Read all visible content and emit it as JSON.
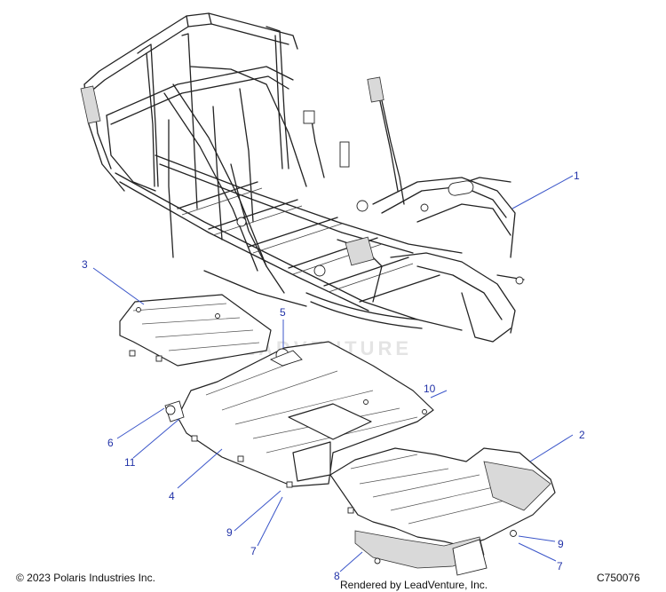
{
  "footer": {
    "copyright": "© 2023 Polaris Industries Inc.",
    "rendered_by": "Rendered by LeadVenture, Inc.",
    "code": "C750076"
  },
  "watermark": "LEADVENTURE",
  "callouts": [
    "1",
    "2",
    "3",
    "4",
    "5",
    "6",
    "7",
    "7",
    "8",
    "9",
    "9",
    "10",
    "11"
  ],
  "colors": {
    "callout": "#2233a8",
    "leader": "#3b56c9",
    "line": "#222222"
  }
}
